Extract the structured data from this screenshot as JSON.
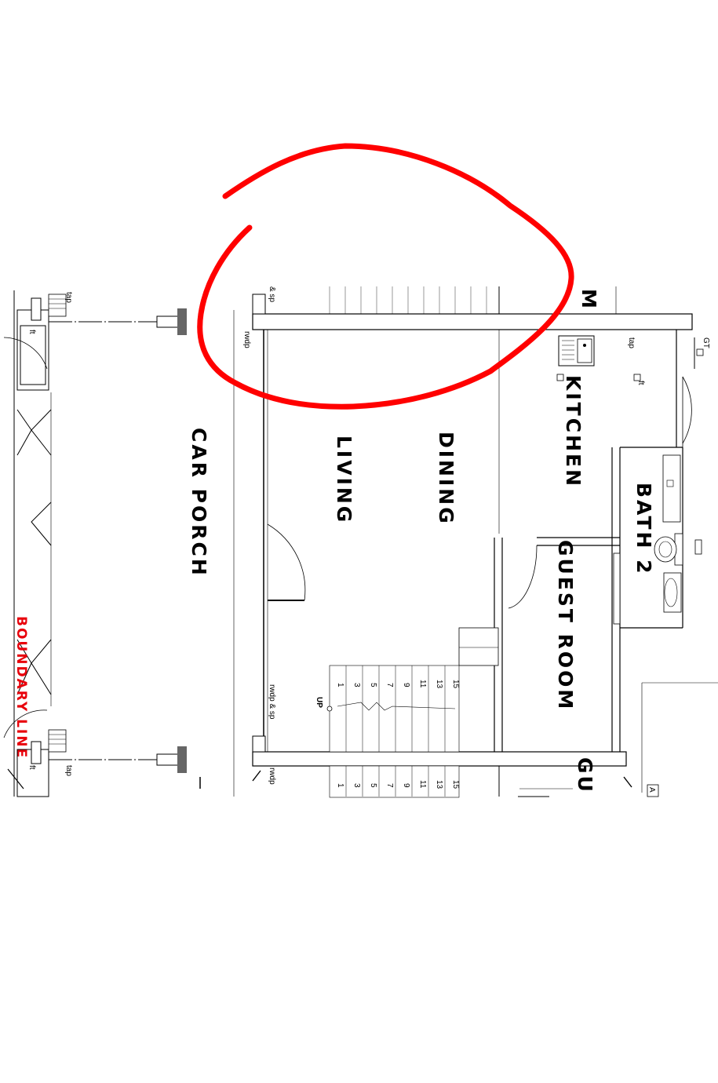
{
  "rooms": {
    "car_porch": "CAR PORCH",
    "living": "LIVING",
    "dining": "DINING",
    "kitchen": "KITCHEN",
    "guest_room": "GUEST ROOM",
    "bath_2": "BATH 2",
    "m_partial": "M",
    "gu_partial": "GU"
  },
  "boundary": {
    "label": "BOUNDARY LINE",
    "color": "#e8000b"
  },
  "annotations": {
    "sp_top": "& sp",
    "rwdp_top": "rwdp",
    "tap_kitchen": "tap",
    "ft_kitchen": "ft",
    "gt": "GT",
    "tap_left_top": "tap",
    "ft_left_top": "ft",
    "tap_left_bottom": "tap",
    "ft_left_bottom": "ft",
    "rwdp_sp_bottom": "rwdp & sp",
    "rwdp_bottom": "rwdp",
    "up": "UP",
    "a_partial": "A"
  },
  "stairs": {
    "upper_numbers": [
      "1",
      "3",
      "5",
      "7",
      "9",
      "11",
      "13",
      "15"
    ],
    "lower_numbers": [
      "1",
      "3",
      "5",
      "7",
      "9",
      "11",
      "13",
      "15"
    ]
  },
  "markup": {
    "circle_color": "#ff0000"
  }
}
